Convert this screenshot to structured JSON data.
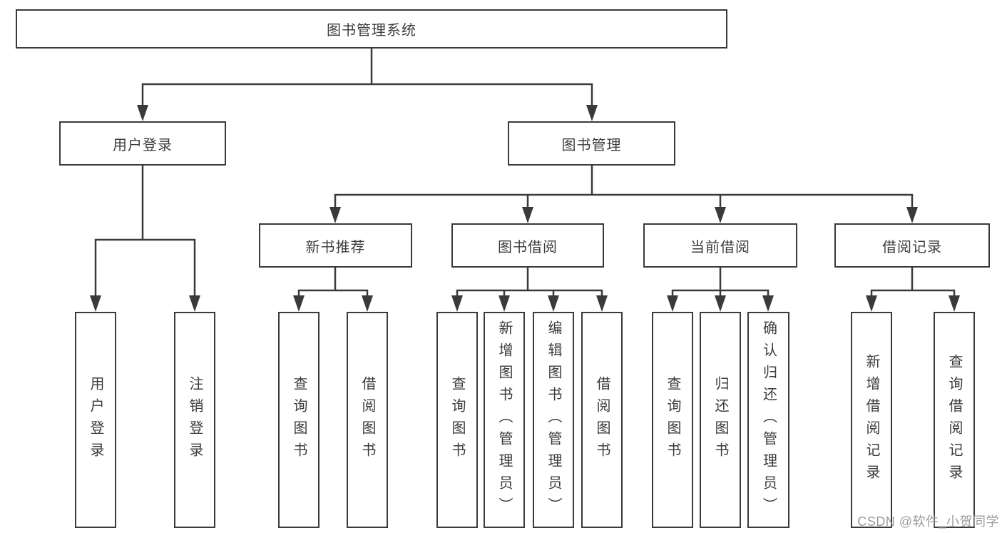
{
  "tree": {
    "label": "图书管理系统",
    "children": [
      {
        "label": "用户登录",
        "children": [
          {
            "label": "用户登录"
          },
          {
            "label": "注销登录"
          }
        ]
      },
      {
        "label": "图书管理",
        "children": [
          {
            "label": "新书推荐",
            "children": [
              {
                "label": "查询图书"
              },
              {
                "label": "借阅图书"
              }
            ]
          },
          {
            "label": "图书借阅",
            "children": [
              {
                "label": "查询图书"
              },
              {
                "label": "新增图书（管理员）"
              },
              {
                "label": "编辑图书（管理员）"
              },
              {
                "label": "借阅图书"
              }
            ]
          },
          {
            "label": "当前借阅",
            "children": [
              {
                "label": "查询图书"
              },
              {
                "label": "归还图书"
              },
              {
                "label": "确认归还（管理员）"
              }
            ]
          },
          {
            "label": "借阅记录",
            "children": [
              {
                "label": "新增借阅记录"
              },
              {
                "label": "查询借阅记录"
              }
            ]
          }
        ]
      }
    ]
  },
  "watermark": {
    "text": "CSDN @软件_小贺同学"
  },
  "colors": {
    "line": "#3a3a3a",
    "text": "#3c3c3c",
    "background": "#ffffff",
    "watermark": "#9b9b9b"
  }
}
